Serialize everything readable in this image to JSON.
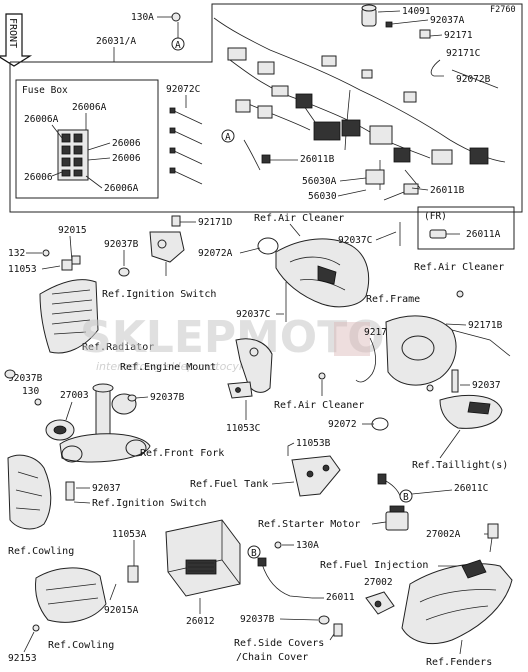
{
  "figure_code": "F2760",
  "front_marker": "FRONT",
  "watermark": {
    "brand_left": "SKLEP",
    "brand_right": "MOTO",
    "tagline": "internetowy sklep motocyklowy"
  },
  "fuse_box": {
    "title": "Fuse Box",
    "parts": [
      "26006A",
      "26006A",
      "26006",
      "26006",
      "26006",
      "26006A"
    ]
  },
  "fr_box": {
    "title": "(FR)",
    "part": "26011A"
  },
  "callouts": [
    "A",
    "A",
    "B",
    "B"
  ],
  "labels": {
    "p130A_top": "130A",
    "p26031A": "26031/A",
    "p92072C": "92072C",
    "p14091": "14091",
    "p92037A": "92037A",
    "p92171": "92171",
    "p92171C": "92171C",
    "p92072B": "92072B",
    "p26011B_a": "26011B",
    "p56030A": "56030A",
    "p56030": "56030",
    "p26011B_b": "26011B",
    "p92015": "92015",
    "p92171D": "92171D",
    "ref_air_cleaner_1": "Ref.Air Cleaner",
    "p132": "132",
    "p11053": "11053",
    "p92037B_a": "92037B",
    "p92072A": "92072A",
    "p92037C_a": "92037C",
    "ref_air_cleaner_2": "Ref.Air Cleaner",
    "ref_ignition_switch_1": "Ref.Ignition Switch",
    "ref_frame": "Ref.Frame",
    "p92037C_b": "92037C",
    "p92171A": "92171A",
    "p92171B": "92171B",
    "ref_radiator": "Ref.Radiator",
    "ref_engine_mount": "Ref.Engine Mount",
    "p92037B_b": "92037B",
    "p130": "130",
    "p27003": "27003",
    "p92037B_c": "92037B",
    "ref_air_cleaner_3": "Ref.Air Cleaner",
    "p92037_a": "92037",
    "p11053C": "11053C",
    "p92072": "92072",
    "ref_front_fork": "Ref.Front Fork",
    "p11053B": "11053B",
    "ref_taillight": "Ref.Taillight(s)",
    "p92037_b": "92037",
    "ref_ignition_switch_2": "Ref.Ignition Switch",
    "ref_fuel_tank": "Ref.Fuel Tank",
    "p26011C": "26011C",
    "ref_cowling_1": "Ref.Cowling",
    "p11053A": "11053A",
    "ref_starter_motor": "Ref.Starter Motor",
    "p27002A": "27002A",
    "p130A_bot": "130A",
    "ref_fuel_injection": "Ref.Fuel Injection",
    "p26012": "26012",
    "p26011": "26011",
    "p27002": "27002",
    "p92015A": "92015A",
    "ref_cowling_2": "Ref.Cowling",
    "p92037B_d": "92037B",
    "p92153": "92153",
    "ref_side_covers_1": "Ref.Side Covers",
    "ref_side_covers_2": "/Chain Cover",
    "ref_fenders": "Ref.Fenders"
  }
}
